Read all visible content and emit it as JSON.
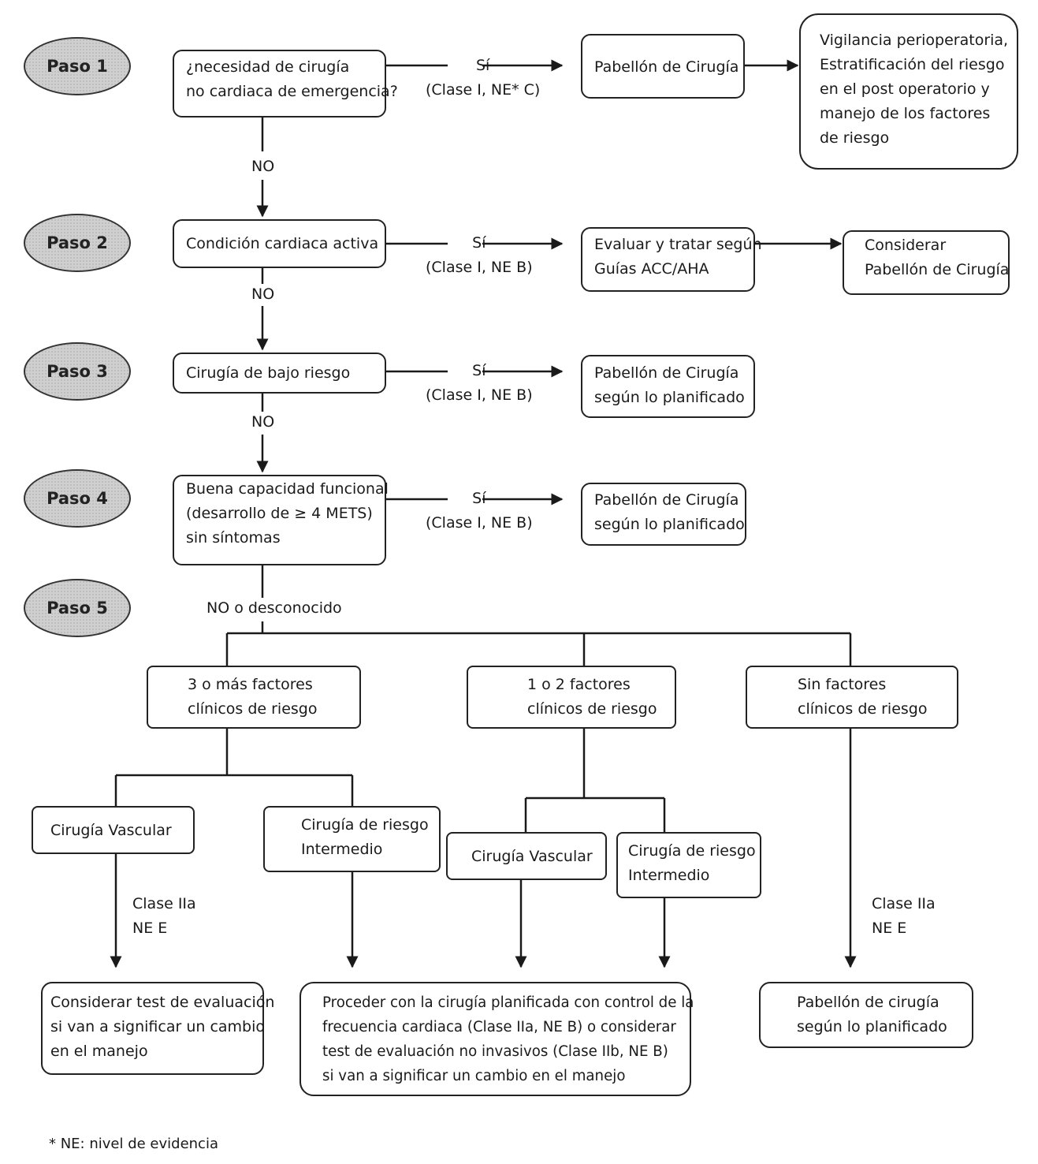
{
  "steps": [
    "Paso 1",
    "Paso 2",
    "Paso 3",
    "Paso 4",
    "Paso 5"
  ],
  "decisions": {
    "d1": [
      "¿necesidad de cirugía",
      "no cardiaca de emergencia?"
    ],
    "d2": [
      "Condición cardiaca activa"
    ],
    "d3": [
      "Cirugía de bajo riesgo"
    ],
    "d4": [
      "Buena capacidad funcional",
      "(desarrollo de ≥ 4 METS)",
      "sin síntomas"
    ]
  },
  "yes_labels": {
    "y1": [
      "Sí",
      "(Clase I, NE* C)"
    ],
    "y2": [
      "Sí",
      "(Clase I, NE B)"
    ],
    "y3": [
      "Sí",
      "(Clase I, NE B)"
    ],
    "y4": [
      "Sí",
      "(Clase I, NE B)"
    ]
  },
  "outcomes": {
    "o1": [
      "Pabellón de Cirugía"
    ],
    "o1b": [
      "Vigilancia perioperatoria,",
      "Estratificación del riesgo",
      "en el post operatorio y",
      "manejo de los factores",
      "de riesgo"
    ],
    "o2": [
      "Evaluar y tratar según",
      "Guías ACC/AHA"
    ],
    "o2b": [
      "Considerar",
      "Pabellón de Cirugía"
    ],
    "o3": [
      "Pabellón de Cirugía",
      "según lo planificado"
    ],
    "o4": [
      "Pabellón de Cirugía",
      "según lo planificado"
    ]
  },
  "no_labels": [
    "NO",
    "NO",
    "NO",
    "NO o desconocido"
  ],
  "risk_groups": {
    "r1": [
      "3 o más factores",
      "clínicos de riesgo"
    ],
    "r2": [
      "1 o 2 factores",
      "clínicos  de riesgo"
    ],
    "r3": [
      "Sin factores",
      "clínicos de riesgo"
    ]
  },
  "surgery_types": {
    "s1": [
      "Cirugía Vascular"
    ],
    "s2": [
      "Cirugía de riesgo",
      "Intermedio"
    ],
    "s3": [
      "Cirugía Vascular"
    ],
    "s4": [
      "Cirugía de riesgo",
      "Intermedio"
    ]
  },
  "class_labels": {
    "c1": [
      "Clase IIa",
      "NE E"
    ],
    "c2": [
      "Clase IIa",
      "NE E"
    ]
  },
  "finals": {
    "f1": [
      "Considerar test de evaluación",
      "si van a significar un cambio",
      "en el manejo"
    ],
    "f2": [
      "Proceder con la cirugía planificada con control de la",
      "frecuencia cardiaca (Clase IIa, NE B) o considerar",
      "test de evaluación no invasivos (Clase IIb, NE B)",
      "si van a significar un cambio en el manejo"
    ],
    "f3": [
      "Pabellón de cirugía",
      "según lo planificado"
    ]
  },
  "footnote": "* NE: nivel de evidencia"
}
